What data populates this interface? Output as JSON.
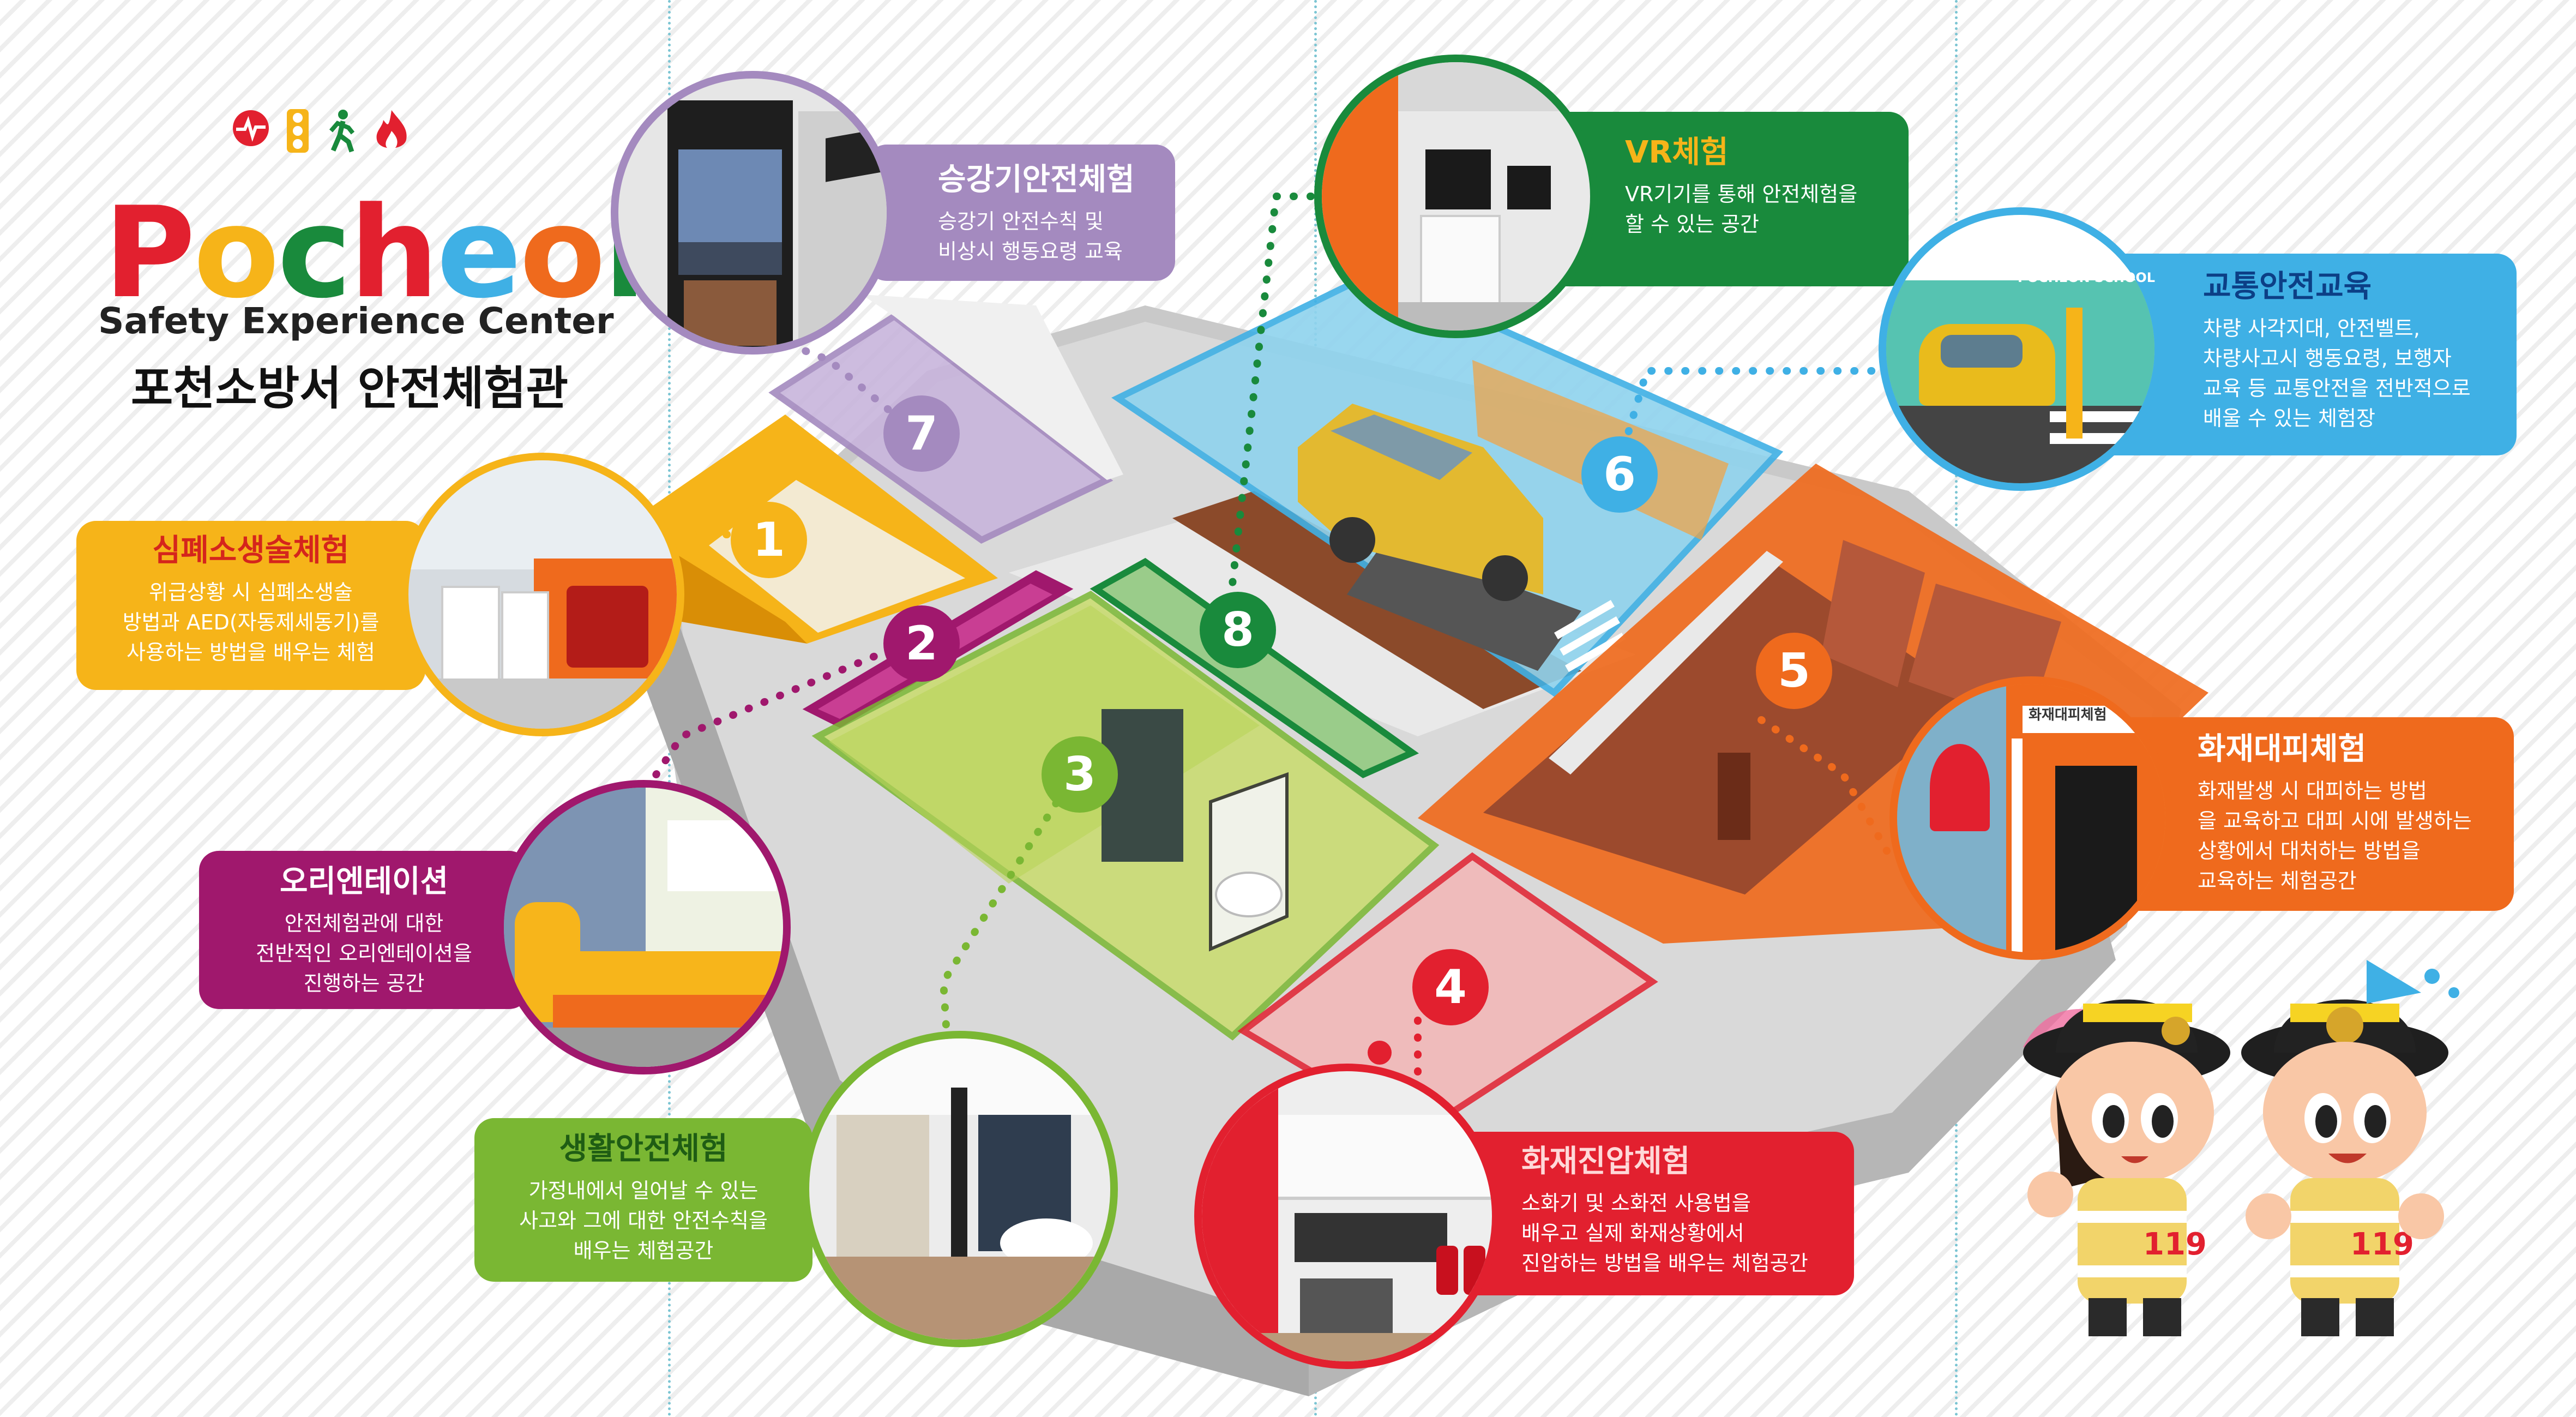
{
  "header": {
    "brand": "Pocheon",
    "subtitle": "Safety Experience Center",
    "title_kr": "포천소방서 안전체험관",
    "icons": [
      "heartbeat-icon",
      "traffic-light-icon",
      "pedestrian-icon",
      "fire-icon"
    ]
  },
  "zones": [
    {
      "number": "1",
      "title": "심폐소생술체험",
      "desc": "위급상황 시 심폐소생술\n방법과 AED(자동제세동기)를\n사용하는 방법을 배우는 체험",
      "color": "#f6b419"
    },
    {
      "number": "2",
      "title": "오리엔테이션",
      "desc": "안전체험관에 대한\n전반적인 오리엔테이션을\n진행하는 공간",
      "color": "#a0186d"
    },
    {
      "number": "3",
      "title": "생활안전체험",
      "desc": "가정내에서 일어날 수 있는\n사고와 그에 대한 안전수칙을\n배우는 체험공간",
      "color": "#7ab733"
    },
    {
      "number": "4",
      "title": "화재진압체험",
      "desc": "소화기 및 소화전 사용법을\n배우고 실제 화재상황에서\n진압하는 방법을 배우는 체험공간",
      "color": "#e2202f"
    },
    {
      "number": "5",
      "title": "화재대피체험",
      "desc": "화재발생 시 대피하는 방법\n을 교육하고 대피 시에 발생하는\n상황에서 대처하는 방법을\n교육하는 체험공간",
      "color": "#ef6a1d"
    },
    {
      "number": "6",
      "title": "교통안전교육",
      "desc": "차량 사각지대, 안전벨트,\n차량사고시 행동요령, 보행자\n교육 등 교통안전을 전반적으로\n배울 수 있는 체험장",
      "color": "#3fb0e5"
    },
    {
      "number": "7",
      "title": "승강기안전체험",
      "desc": "승강기 안전수칙 및\n비상시 행동요령 교육",
      "color": "#a48abf"
    },
    {
      "number": "8",
      "title": "VR체험",
      "desc": "VR기기를 통해 안전체험을\n할 수 있는 공간",
      "color": "#198a3c"
    }
  ],
  "photo_texts": {
    "school_sign": "POCHEON SCHOOL",
    "zone5_sign": "화재대피체험"
  }
}
